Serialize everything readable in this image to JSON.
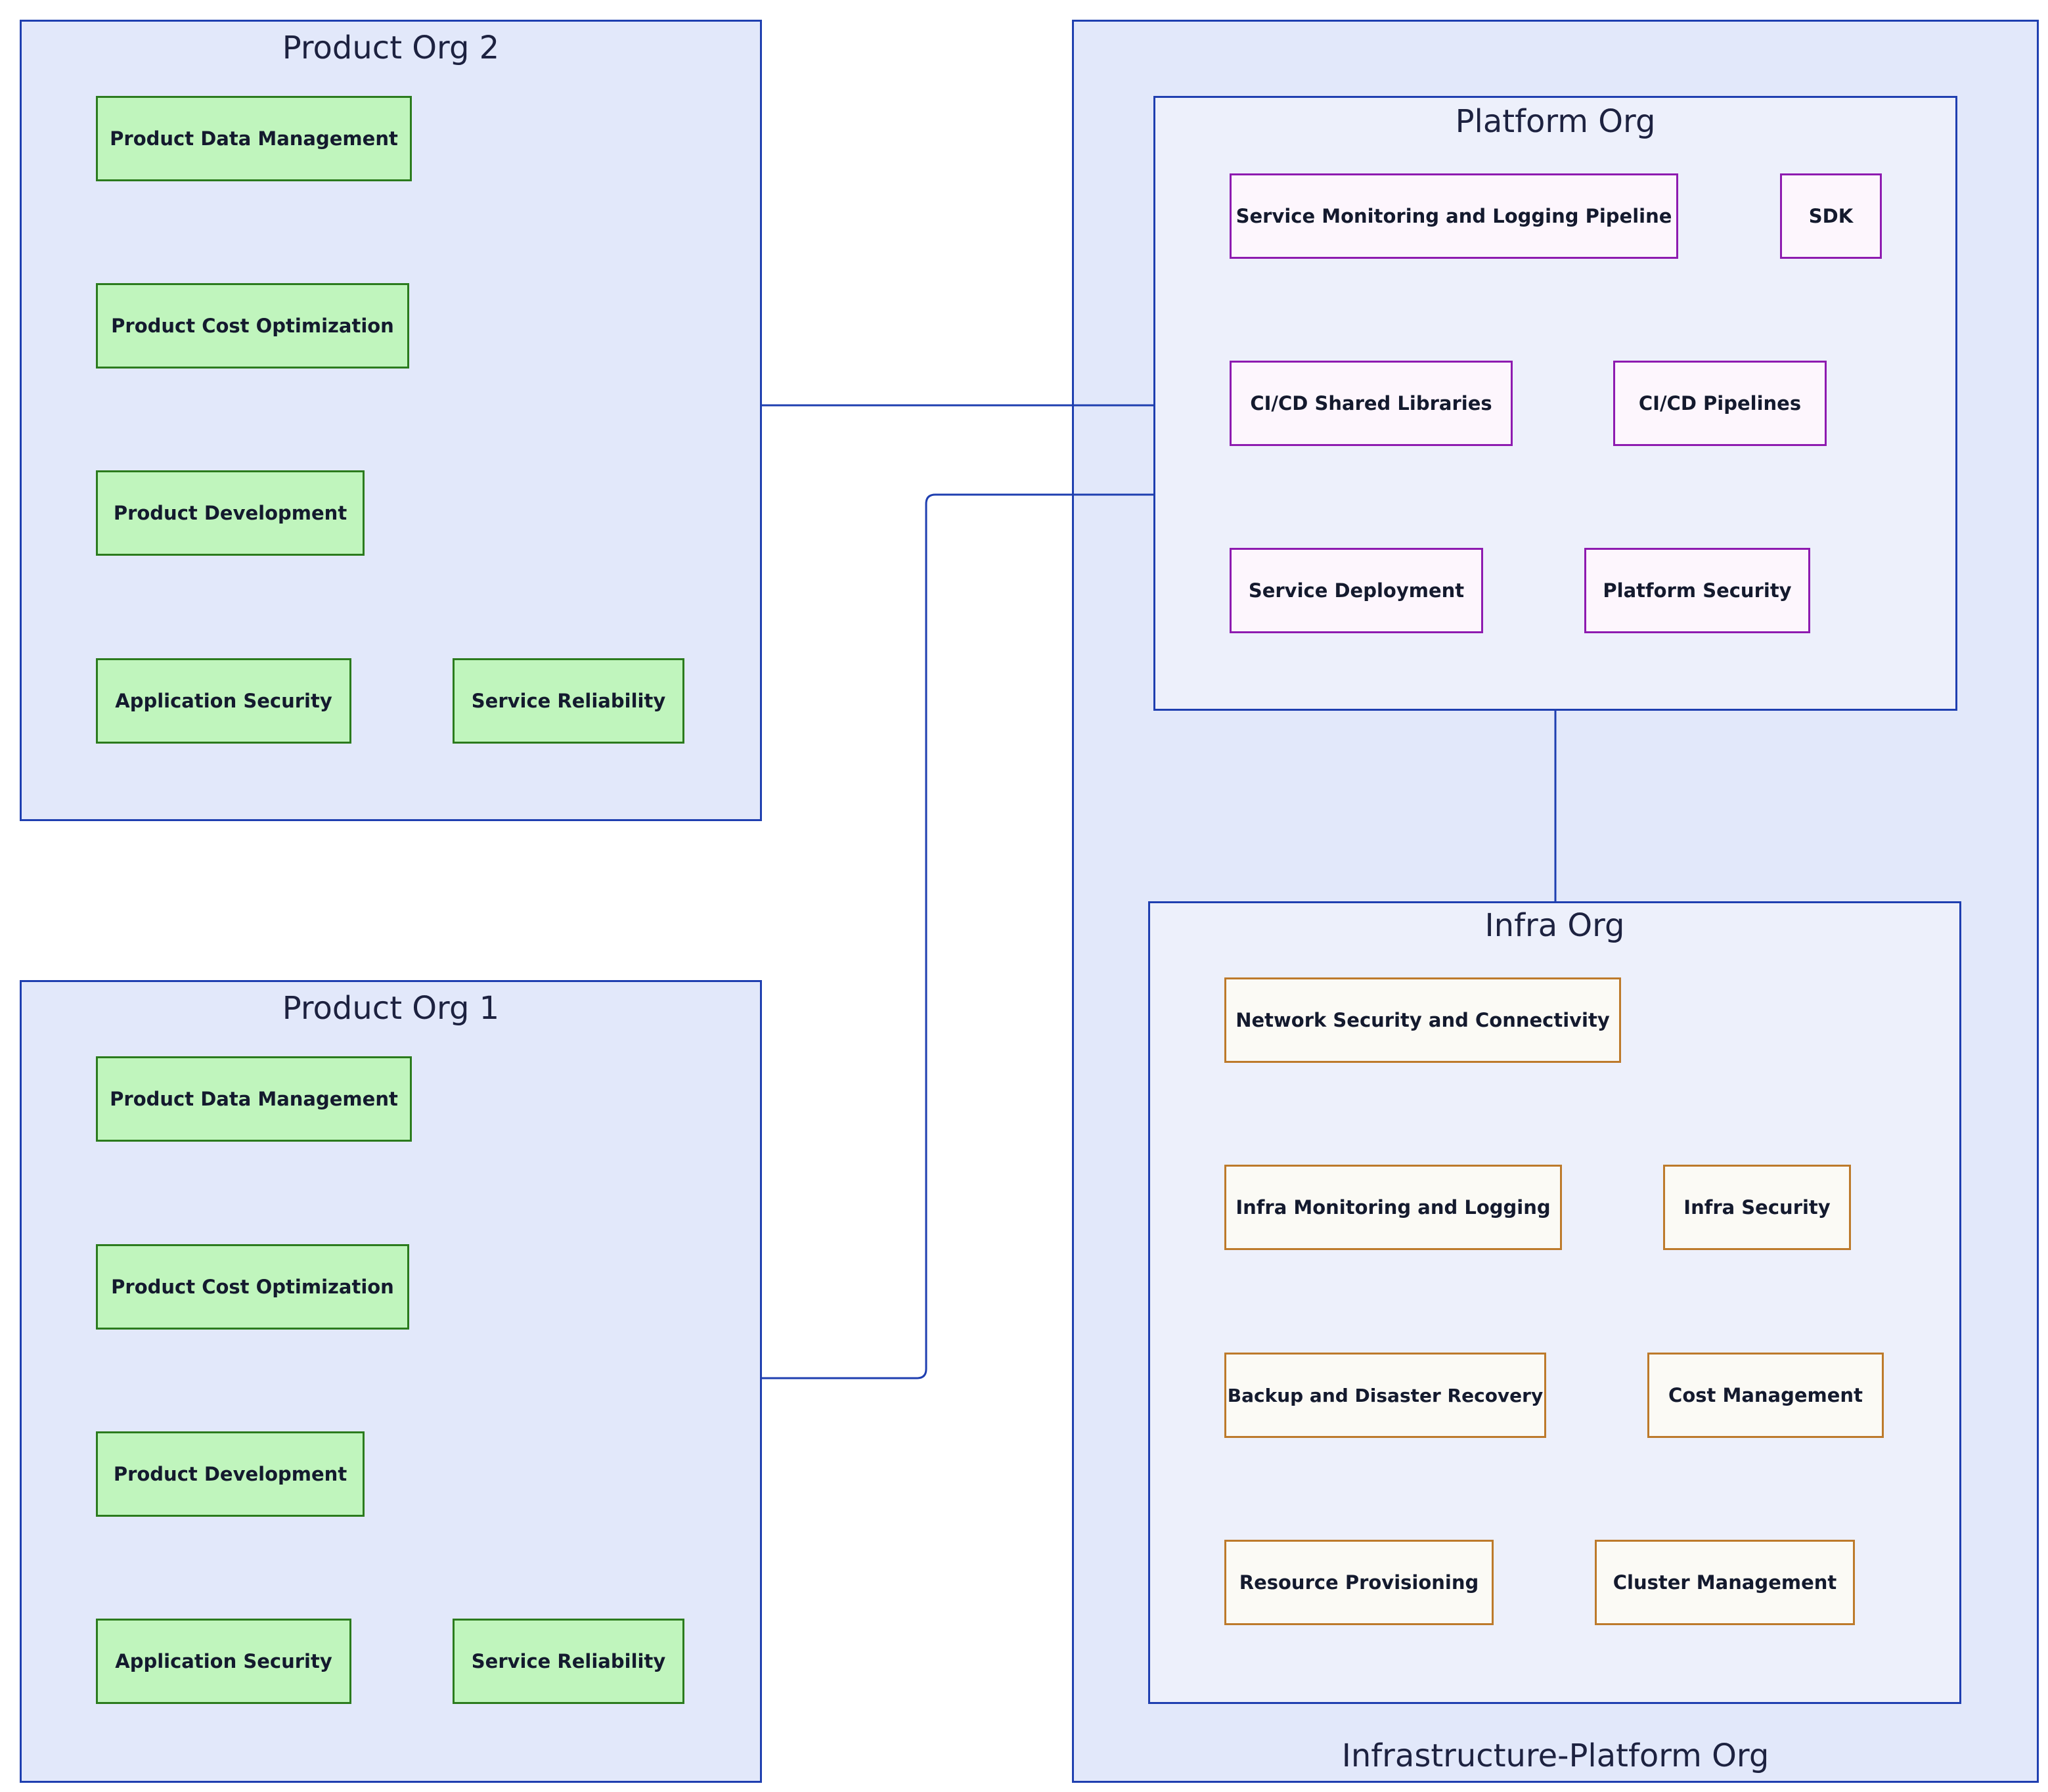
{
  "groups": {
    "product_org_2": {
      "title": "Product Org 2",
      "items": [
        "Product Data Management",
        "Product Cost Optimization",
        "Product Development",
        "Application Security",
        "Service Reliability"
      ]
    },
    "product_org_1": {
      "title": "Product Org 1",
      "items": [
        "Product Data Management",
        "Product Cost Optimization",
        "Product Development",
        "Application Security",
        "Service Reliability"
      ]
    },
    "infrastructure_platform_org": {
      "title": "Infrastructure-Platform Org"
    },
    "platform_org": {
      "title": "Platform Org",
      "items": [
        "Service Monitoring and Logging Pipeline",
        "SDK",
        "CI/CD Shared Libraries",
        "CI/CD Pipelines",
        "Service Deployment",
        "Platform Security"
      ]
    },
    "infra_org": {
      "title": "Infra Org",
      "items": [
        "Network Security and Connectivity",
        "Infra Monitoring and Logging",
        "Infra Security",
        "Backup and Disaster Recovery",
        "Cost Management",
        "Resource Provisioning",
        "Cluster Management"
      ]
    }
  },
  "connections": [
    {
      "from": "Product Org 2",
      "to": "Platform Org"
    },
    {
      "from": "Product Org 1",
      "to": "Platform Org"
    },
    {
      "from": "Platform Org",
      "to": "Infra Org"
    }
  ],
  "colors": {
    "group_border": "#1f3fb0",
    "group_fill": "#e2e8fa",
    "inner_group_fill": "#edf0fb",
    "product_node_fill": "#c0f5bd",
    "product_node_border": "#2b7b1d",
    "platform_node_fill": "#fdf6fd",
    "platform_node_border": "#8e1bb0",
    "infra_node_fill": "#fbfaf5",
    "infra_node_border": "#bd7a2b",
    "edge": "#1f3fb0"
  }
}
